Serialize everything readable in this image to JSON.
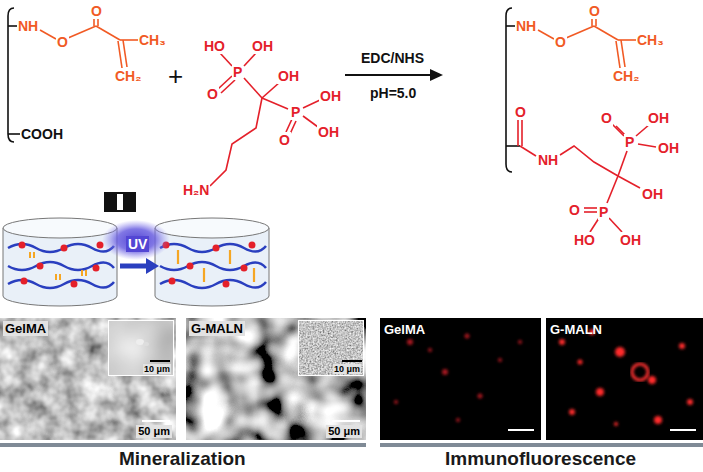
{
  "diagram": {
    "nodes": [
      {
        "text": [
          "GelMA",
          "50 μm"
        ]
      },
      {
        "text": [
          "10 μm"
        ],
        "in": 0
      },
      {
        "text": [
          "G-MALN",
          "50 μm"
        ]
      },
      {
        "text": [
          "10 μm"
        ],
        "in": 2
      },
      {
        "text": [
          "GelMA"
        ]
      },
      {
        "text": [
          "G-MALN"
        ]
      }
    ],
    "labels": [
      "NH",
      "O",
      "O",
      "CH₃",
      "CH₂",
      "COOH",
      "+",
      "HO",
      "OH",
      "P",
      "OH",
      "O",
      "P",
      "OH",
      "OH",
      "O",
      "H₂N",
      "EDC/NHS",
      "pH=5.0",
      "NH",
      "O",
      "O",
      "CH₃",
      "CH₂",
      "O",
      "NH",
      "O",
      "P",
      "OH",
      "OH",
      "OH",
      "P",
      "O",
      "HO",
      "OH",
      "UV",
      "Mineralization",
      "Immunofluorescence"
    ]
  }
}
